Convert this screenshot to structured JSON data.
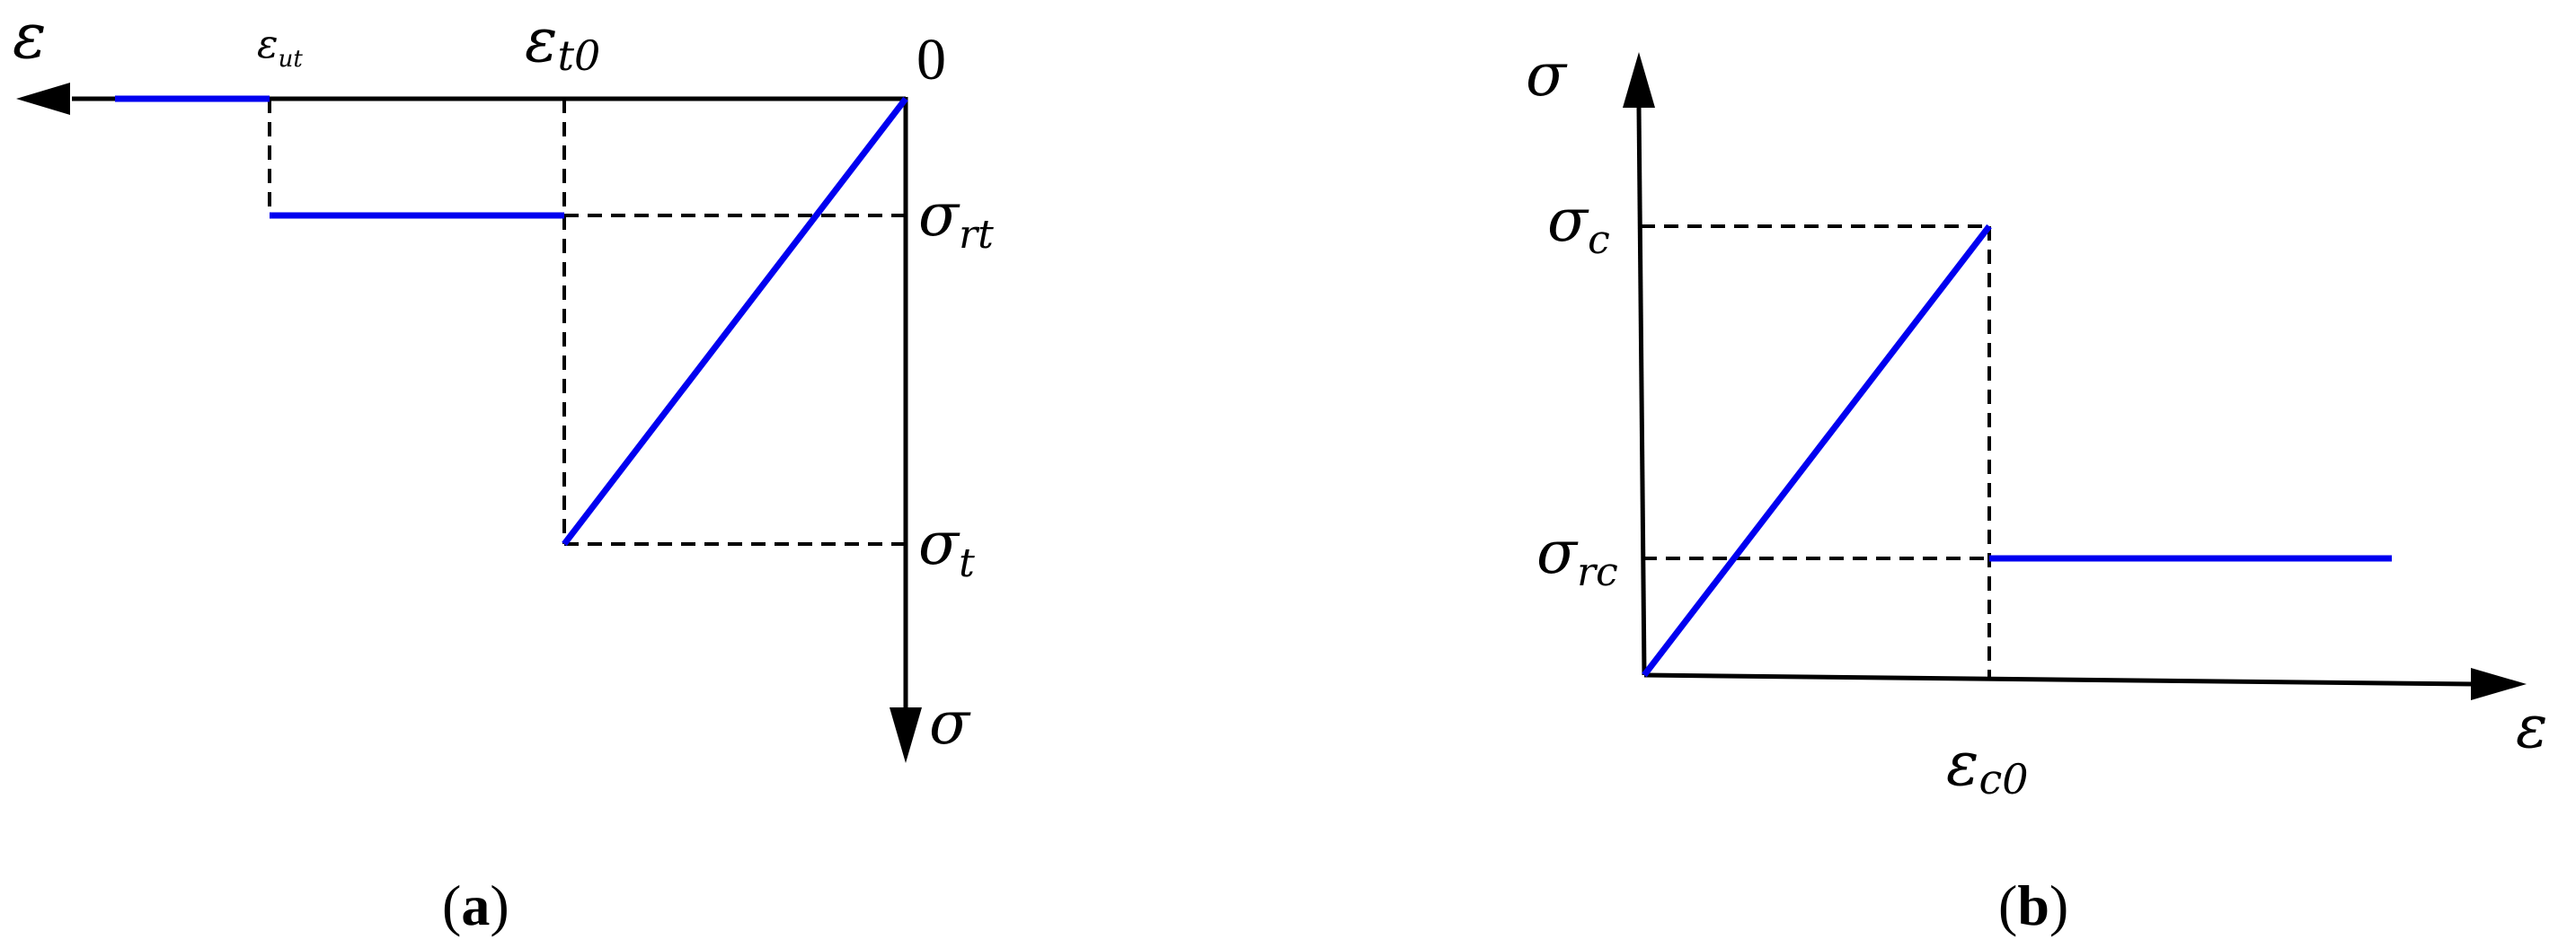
{
  "panel_a": {
    "caption_open": "(",
    "caption_letter": "a",
    "caption_close": ")",
    "labels": {
      "eps_axis": "ε",
      "eps_ut_main": "ε",
      "eps_ut_sub": "ut",
      "eps_t0_main": "ε",
      "eps_t0_sub": "t0",
      "origin": "0",
      "sigma_rt_main": "σ",
      "sigma_rt_sub": "rt",
      "sigma_t_main": "σ",
      "sigma_t_sub": "t",
      "sigma_axis": "σ"
    }
  },
  "panel_b": {
    "caption_open": "(",
    "caption_letter": "b",
    "caption_close": ")",
    "labels": {
      "sigma_axis": "σ",
      "sigma_c_main": "σ",
      "sigma_c_sub": "c",
      "sigma_rc_main": "σ",
      "sigma_rc_sub": "rc",
      "eps_c0_main": "ε",
      "eps_c0_sub": "c0",
      "eps_axis": "ε"
    }
  },
  "colors": {
    "curve": "#0000f0",
    "axes": "#000000"
  }
}
